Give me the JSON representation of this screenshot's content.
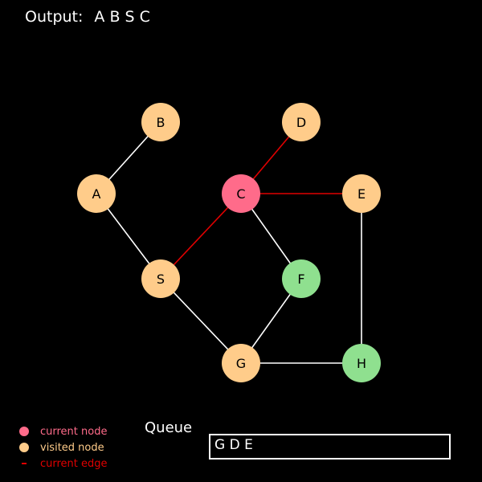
{
  "output": {
    "label": "Output:",
    "sequence": "A B S C"
  },
  "colors": {
    "background": "#000000",
    "current_node": "#ff6b8a",
    "visited_node": "#ffcc8a",
    "queued_node": "#8fe08f",
    "current_edge": "#e00000",
    "edge": "#ffffff"
  },
  "graph": {
    "nodes": [
      {
        "id": "A",
        "label": "A",
        "state": "visited"
      },
      {
        "id": "B",
        "label": "B",
        "state": "visited"
      },
      {
        "id": "C",
        "label": "C",
        "state": "current"
      },
      {
        "id": "D",
        "label": "D",
        "state": "visited"
      },
      {
        "id": "E",
        "label": "E",
        "state": "visited"
      },
      {
        "id": "S",
        "label": "S",
        "state": "visited"
      },
      {
        "id": "F",
        "label": "F",
        "state": "queued"
      },
      {
        "id": "G",
        "label": "G",
        "state": "visited"
      },
      {
        "id": "H",
        "label": "H",
        "state": "queued"
      }
    ],
    "edges": [
      {
        "from": "A",
        "to": "B",
        "current": false
      },
      {
        "from": "A",
        "to": "S",
        "current": false
      },
      {
        "from": "S",
        "to": "C",
        "current": true
      },
      {
        "from": "C",
        "to": "D",
        "current": true
      },
      {
        "from": "C",
        "to": "E",
        "current": true
      },
      {
        "from": "C",
        "to": "F",
        "current": false
      },
      {
        "from": "S",
        "to": "G",
        "current": false
      },
      {
        "from": "F",
        "to": "G",
        "current": false
      },
      {
        "from": "G",
        "to": "H",
        "current": false
      },
      {
        "from": "E",
        "to": "H",
        "current": false
      }
    ]
  },
  "legend": {
    "current_node": "current node",
    "visited_node": "visited node",
    "current_edge": "current edge"
  },
  "queue": {
    "title": "Queue",
    "items": "G D E"
  }
}
